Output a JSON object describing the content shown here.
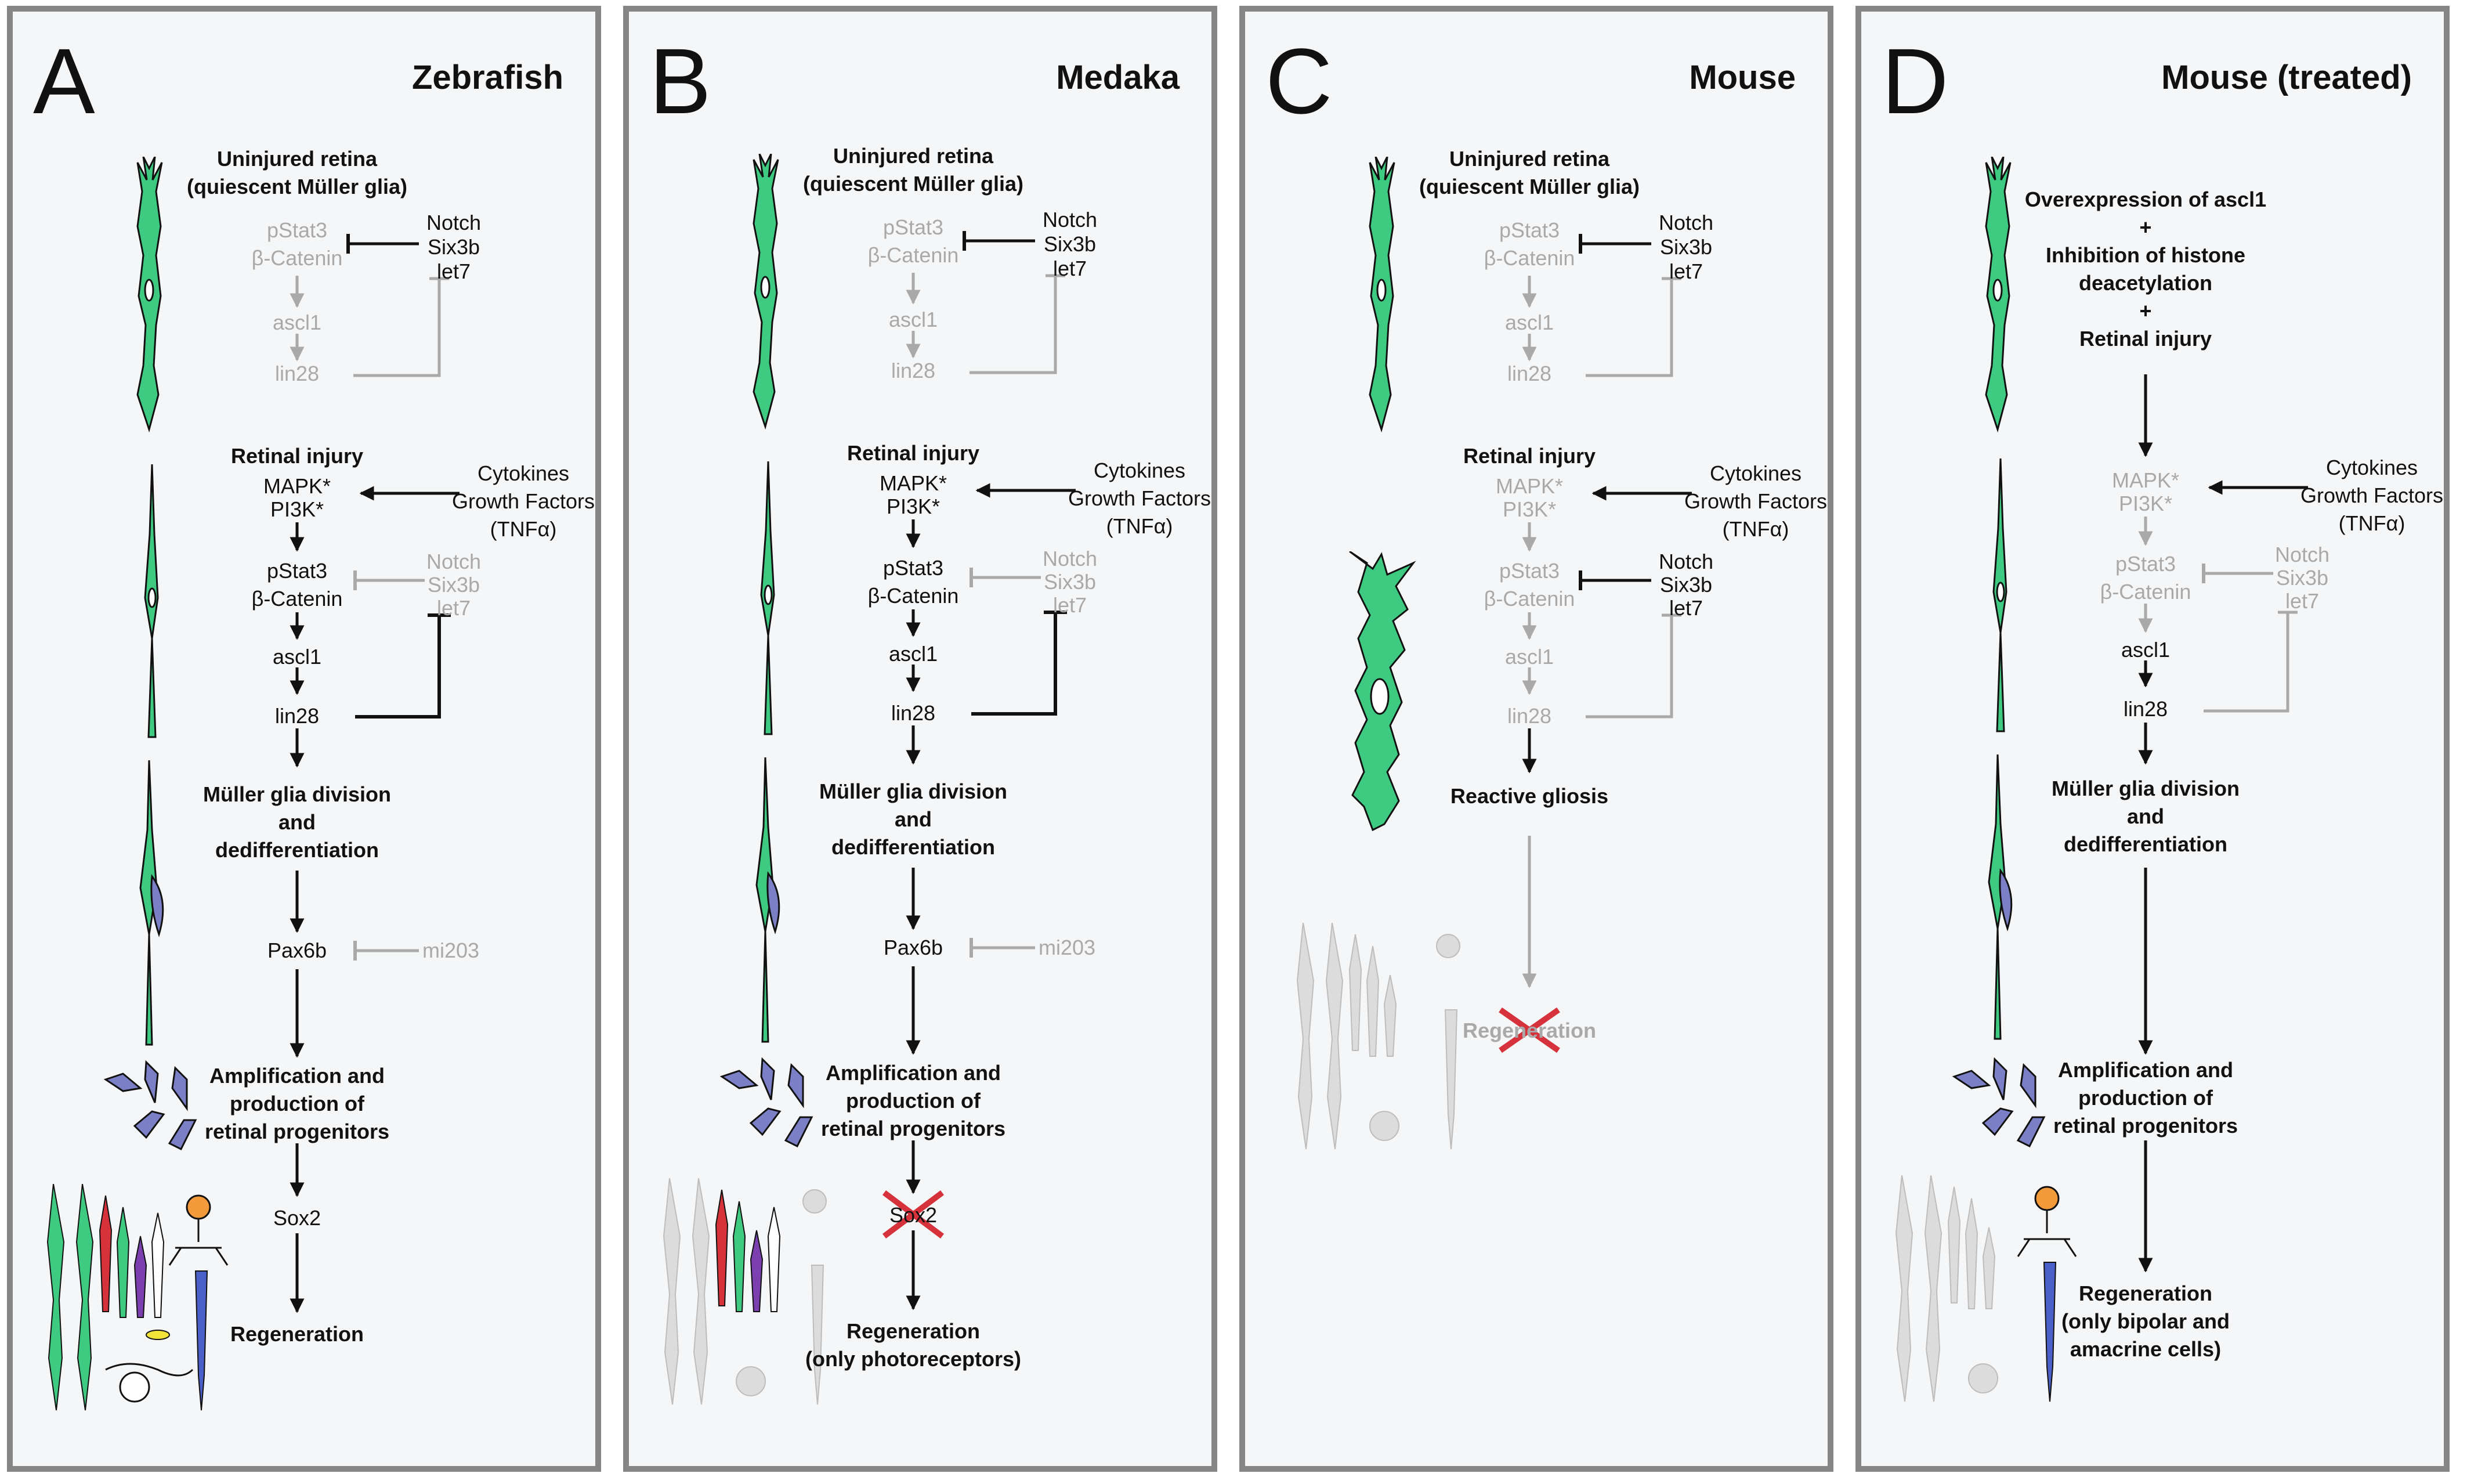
{
  "colors": {
    "panel_bg": "#f4f6f8",
    "panel_border": "#868686",
    "active": "#111111",
    "inactive": "#a9a9a9",
    "glia_green": "#3fca82",
    "progenitor_blue": "#7b7fc6",
    "cross_red": "#d6323b"
  },
  "icons": {
    "glia_cell": "muller-glia-icon",
    "dividing_glia": "dividing-glia-icon",
    "progenitors": "progenitor-cells-icon",
    "neurons": "retinal-neurons-icon",
    "reactive_glia": "reactive-glia-icon",
    "block": "red-x-icon"
  },
  "panels": [
    {
      "letter": "A",
      "species": "Zebrafish",
      "uninjured_title": [
        "Uninjured retina",
        "(quiescent Müller glia)"
      ],
      "quiescent_targets": [
        "pStat3",
        "β-Catenin"
      ],
      "inhibitors": [
        "Notch",
        "Six3b",
        "let7"
      ],
      "ascl1": "ascl1",
      "lin28": "lin28",
      "injury_title": "Retinal injury",
      "mapk_pi3k": [
        "MAPK*",
        "PI3K*"
      ],
      "factors": [
        "Cytokines",
        "Growth Factors",
        "(TNFα)"
      ],
      "pstat3_bcatenin": [
        "pStat3",
        "β-Catenin"
      ],
      "late_inhibitors": [
        "Notch",
        "Six3b",
        "let7"
      ],
      "ascl1_active": "ascl1",
      "lin28_active": "lin28",
      "division_title": [
        "Müller glia division",
        "and",
        "dedifferentiation"
      ],
      "pax6b": "Pax6b",
      "mi203": "mi203",
      "amplification_title": [
        "Amplification and",
        "production of",
        "retinal progenitors"
      ],
      "sox2": "Sox2",
      "outcome": [
        "Regeneration"
      ]
    },
    {
      "letter": "B",
      "species": "Medaka",
      "uninjured_title": [
        "Uninjured retina",
        "(quiescent Müller glia)"
      ],
      "quiescent_targets": [
        "pStat3",
        "β-Catenin"
      ],
      "inhibitors": [
        "Notch",
        "Six3b",
        "let7"
      ],
      "ascl1": "ascl1",
      "lin28": "lin28",
      "injury_title": "Retinal injury",
      "mapk_pi3k": [
        "MAPK*",
        "PI3K*"
      ],
      "factors": [
        "Cytokines",
        "Growth Factors",
        "(TNFα)"
      ],
      "pstat3_bcatenin": [
        "pStat3",
        "β-Catenin"
      ],
      "late_inhibitors": [
        "Notch",
        "Six3b",
        "let7"
      ],
      "ascl1_active": "ascl1",
      "lin28_active": "lin28",
      "division_title": [
        "Müller glia division",
        "and",
        "dedifferentiation"
      ],
      "pax6b": "Pax6b",
      "mi203": "mi203",
      "amplification_title": [
        "Amplification and",
        "production of",
        "retinal progenitors"
      ],
      "sox2": "Sox2",
      "outcome": [
        "Regeneration",
        "(only photoreceptors)"
      ]
    },
    {
      "letter": "C",
      "species": "Mouse",
      "uninjured_title": [
        "Uninjured retina",
        "(quiescent Müller glia)"
      ],
      "quiescent_targets": [
        "pStat3",
        "β-Catenin"
      ],
      "inhibitors": [
        "Notch",
        "Six3b",
        "let7"
      ],
      "ascl1": "ascl1",
      "lin28": "lin28",
      "injury_title": "Retinal injury",
      "mapk_pi3k": [
        "MAPK*",
        "PI3K*"
      ],
      "factors": [
        "Cytokines",
        "Growth Factors",
        "(TNFα)"
      ],
      "pstat3_bcatenin": [
        "pStat3",
        "β-Catenin"
      ],
      "late_inhibitors": [
        "Notch",
        "Six3b",
        "let7"
      ],
      "ascl1_active": "ascl1",
      "lin28_active": "lin28",
      "gliosis": "Reactive gliosis",
      "outcome": [
        "Regeneration"
      ]
    },
    {
      "letter": "D",
      "species": "Mouse (treated)",
      "treatment": [
        "Overexpression of ascl1",
        "+",
        "Inhibition of histone",
        "deacetylation",
        "+",
        "Retinal injury"
      ],
      "mapk_pi3k": [
        "MAPK*",
        "PI3K*"
      ],
      "factors": [
        "Cytokines",
        "Growth Factors",
        "(TNFα)"
      ],
      "pstat3_bcatenin": [
        "pStat3",
        "β-Catenin"
      ],
      "late_inhibitors": [
        "Notch",
        "Six3b",
        "let7"
      ],
      "ascl1_active": "ascl1",
      "lin28_active": "lin28",
      "division_title": [
        "Müller glia division",
        "and",
        "dedifferentiation"
      ],
      "amplification_title": [
        "Amplification and",
        "production of",
        "retinal progenitors"
      ],
      "outcome": [
        "Regeneration",
        "(only bipolar and",
        "amacrine cells)"
      ]
    }
  ]
}
